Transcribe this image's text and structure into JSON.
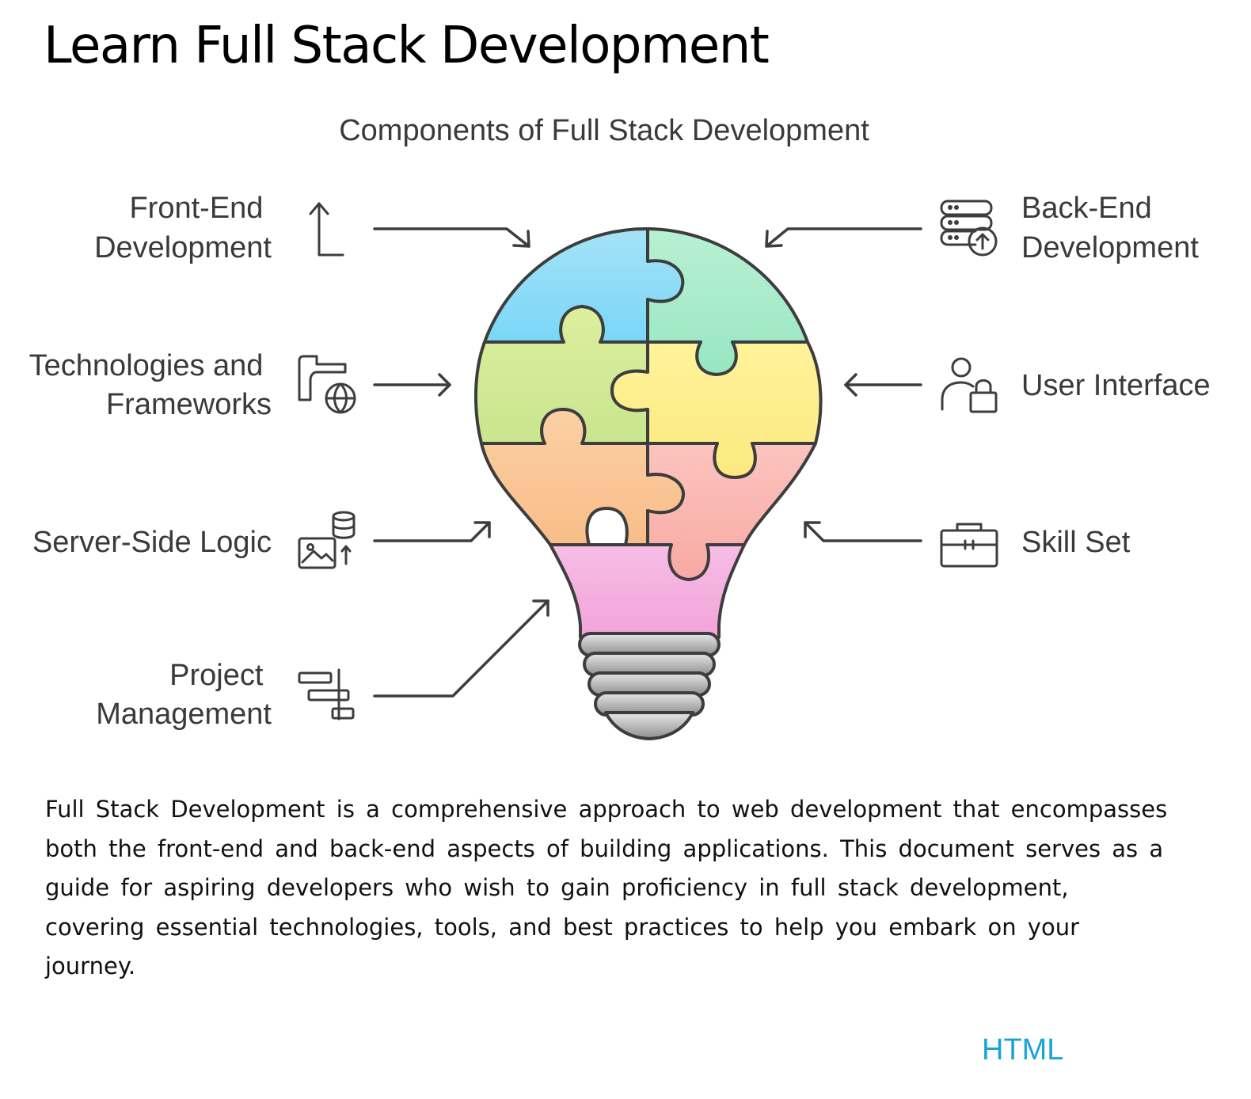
{
  "title": "Learn Full Stack Development",
  "diagram": {
    "subtitle": "Components of Full Stack Development",
    "left_items": [
      {
        "lines": [
          "Front-End",
          "Development"
        ],
        "icon": "arrow-up-corner-icon"
      },
      {
        "lines": [
          "Technologies and",
          "Frameworks"
        ],
        "icon": "faucet-globe-icon"
      },
      {
        "lines": [
          "Server-Side Logic"
        ],
        "icon": "image-database-icon"
      },
      {
        "lines": [
          "Project",
          "Management"
        ],
        "icon": "gantt-chart-icon"
      }
    ],
    "right_items": [
      {
        "lines": [
          "Back-End",
          "Development"
        ],
        "icon": "server-upload-icon"
      },
      {
        "lines": [
          "User Interface"
        ],
        "icon": "user-lock-icon"
      },
      {
        "lines": [
          "Skill Set"
        ],
        "icon": "toolbox-icon"
      }
    ],
    "colors": {
      "blue": "#8fdcf5",
      "mint": "#a9ecca",
      "lime": "#d3eb91",
      "yellow": "#fdf08d",
      "orange": "#f9c797",
      "salmon": "#fbb8b2",
      "pink": "#f5a9de",
      "stroke": "#3d3d3d",
      "base": "#a8a8a8"
    }
  },
  "description": "Full Stack Development is a comprehensive approach to web development that encompasses both the front-end and back-end aspects of building applications. This document serves as a guide for aspiring developers who wish to gain proficiency in full stack development, covering essential technologies, tools, and best practices to help you embark on your journey.",
  "footer_tag": "HTML"
}
